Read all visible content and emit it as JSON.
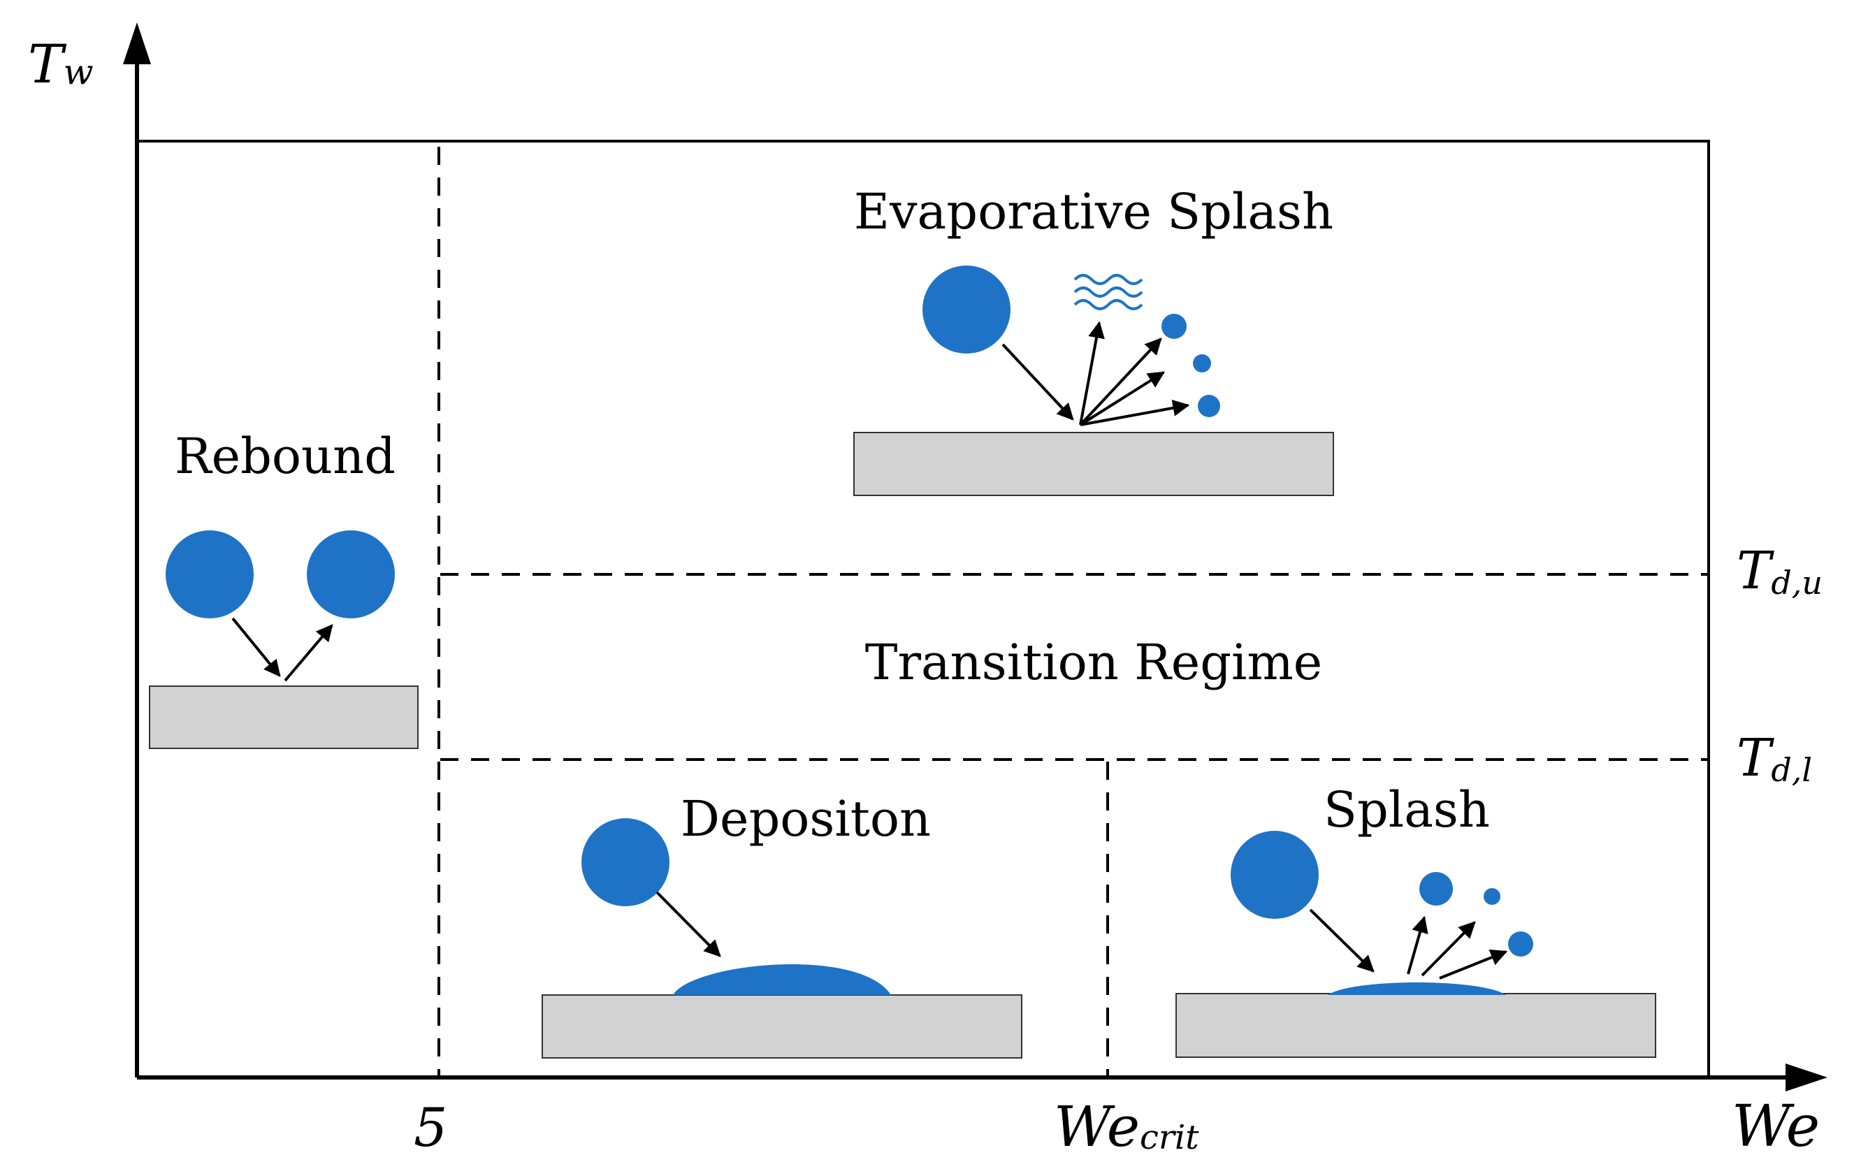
{
  "axes": {
    "y_symbol": "T",
    "y_subscript": "w",
    "x_label": "We",
    "x_tick_5": "5",
    "x_tick_crit_main": "We",
    "x_tick_crit_sub": "crit",
    "y_tick_upper_main": "T",
    "y_tick_upper_sub": "d,u",
    "y_tick_lower_main": "T",
    "y_tick_lower_sub": "d,l"
  },
  "regions": {
    "rebound": "Rebound",
    "evaporative_splash": "Evaporative Splash",
    "transition": "Transition Regime",
    "deposition": "Depositon",
    "splash": "Splash"
  },
  "colors": {
    "droplet": "#1f73c6",
    "wall": "#d2d2d2",
    "line": "#000000"
  }
}
